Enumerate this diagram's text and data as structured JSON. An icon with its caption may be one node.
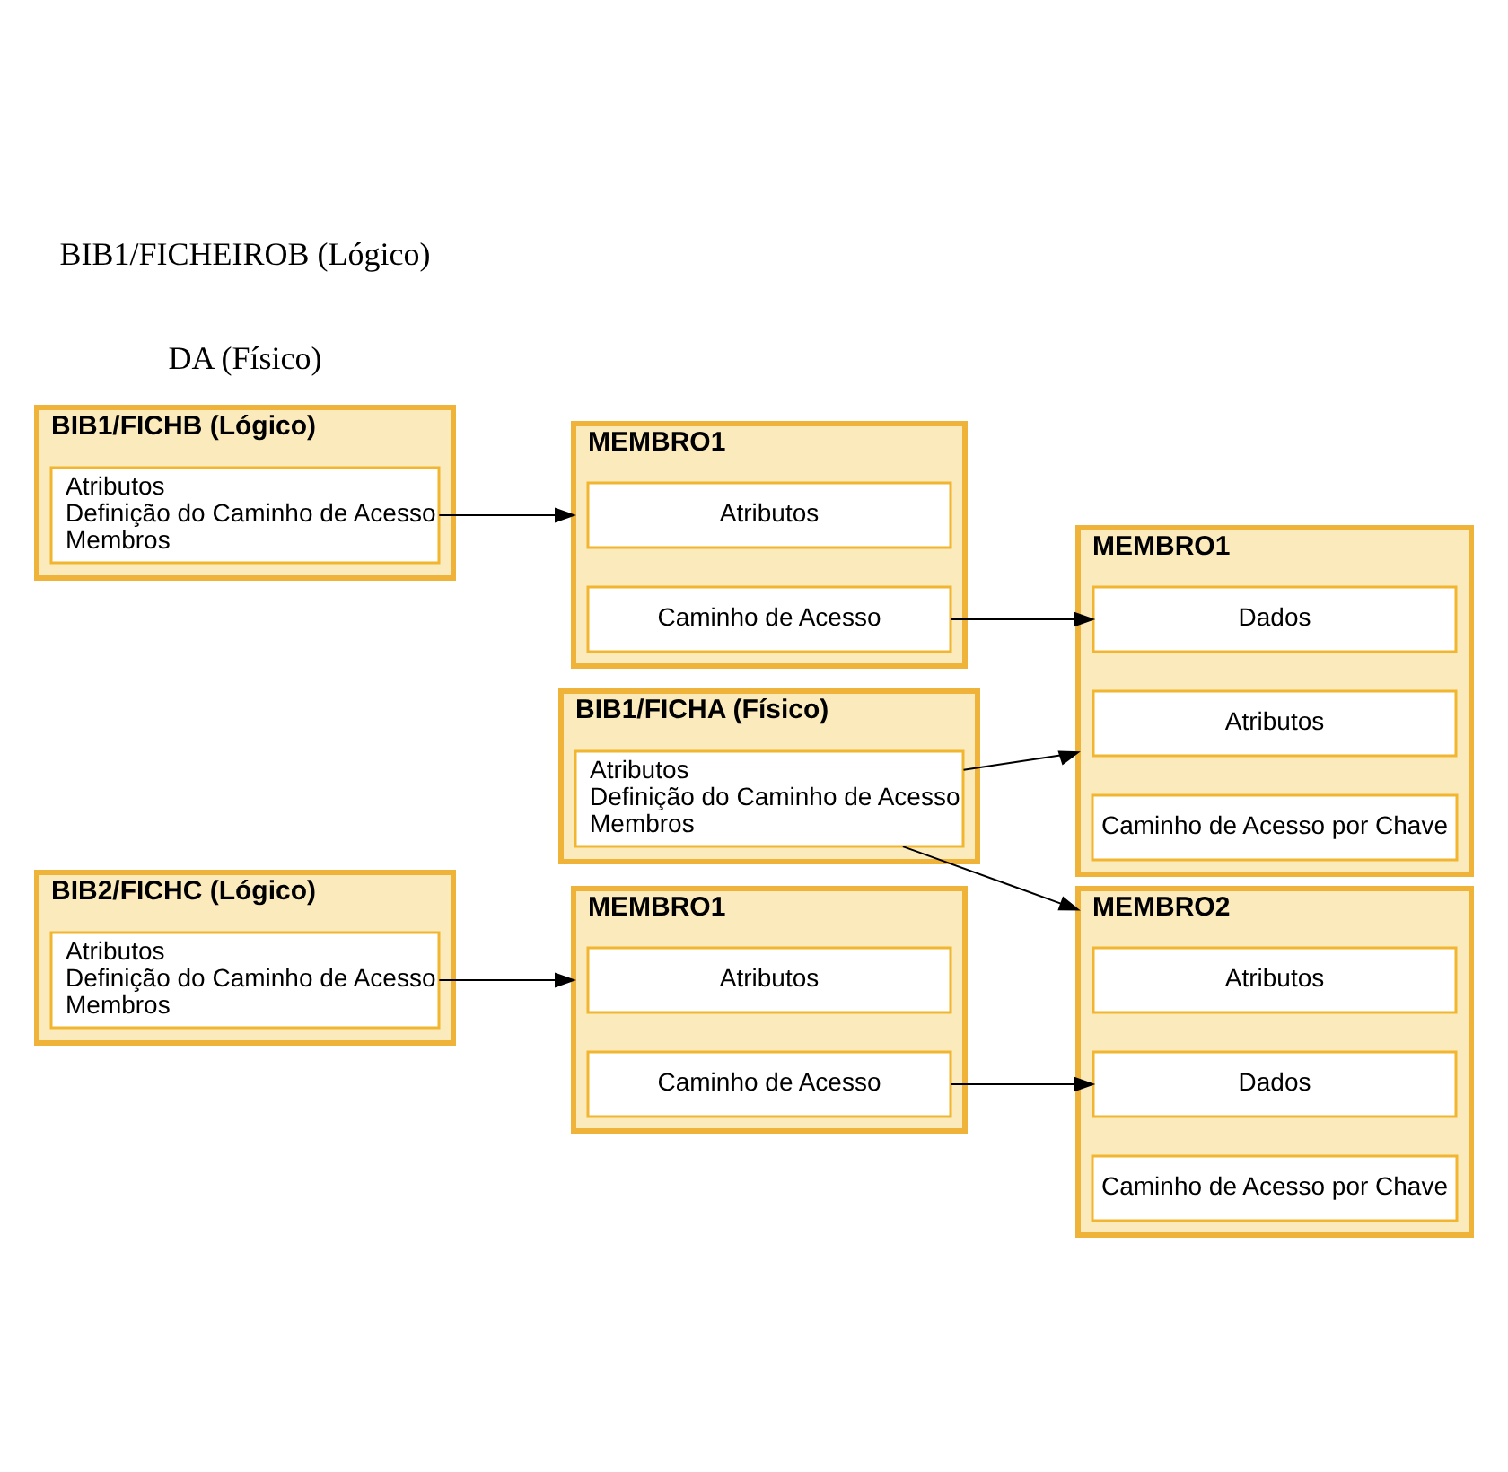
{
  "diagram": {
    "nodes": [
      {
        "text": [
          "BIB1/FICHA (Físico)"
        ]
      },
      {
        "text": [
          "Atributos",
          "Definição do Caminho de Acesso",
          "Membros"
        ],
        "in": 0
      },
      {
        "text": [
          "MEMBRO1"
        ]
      },
      {
        "text": [
          "Atributos"
        ],
        "in": 2
      },
      {
        "text": [
          "Dados"
        ],
        "in": 2
      },
      {
        "text": [
          "Caminho de Acesso por Chave"
        ],
        "in": 2
      },
      {
        "text": [
          "MEMBRO2"
        ]
      },
      {
        "text": [
          "Atributos"
        ],
        "in": 6
      },
      {
        "text": [
          "Dados"
        ],
        "in": 6
      },
      {
        "text": [
          "Caminho de Acesso por Chave"
        ],
        "in": 6
      },
      {
        "text": [
          "BIB1/FICHB (Lógico)"
        ]
      },
      {
        "text": [
          "Atributos",
          "Definição do Caminho de Acesso",
          "Membros"
        ],
        "in": 10
      },
      {
        "text": [
          "MEMBRO1"
        ]
      },
      {
        "text": [
          "Atributos"
        ],
        "in": 12
      },
      {
        "text": [
          "Caminho de Acesso"
        ],
        "in": 12
      },
      {
        "text": [
          "BIB2/FICHC (Lógico)"
        ]
      },
      {
        "text": [
          "Atributos",
          "Definição do Caminho de Acesso",
          "Membros"
        ],
        "in": 15
      },
      {
        "text": [
          "MEMBRO1"
        ]
      },
      {
        "text": [
          "Atributos"
        ],
        "in": 17
      },
      {
        "text": [
          "Caminho de Acesso"
        ],
        "in": 17
      }
    ],
    "edges": [
      {
        "from": 1,
        "to": 2,
        "arrow": "to"
      },
      {
        "from": 1,
        "to": 6,
        "arrow": "to"
      },
      {
        "from": 11,
        "to": 12,
        "arrow": "to"
      },
      {
        "from": 14,
        "to": 4,
        "arrow": "to"
      },
      {
        "from": 16,
        "to": 17,
        "arrow": "to"
      },
      {
        "from": 19,
        "to": 8,
        "arrow": "to"
      }
    ],
    "labels": [
      "DA (Físico)",
      "BIB1/FICHEIROB (Lógico)"
    ]
  }
}
